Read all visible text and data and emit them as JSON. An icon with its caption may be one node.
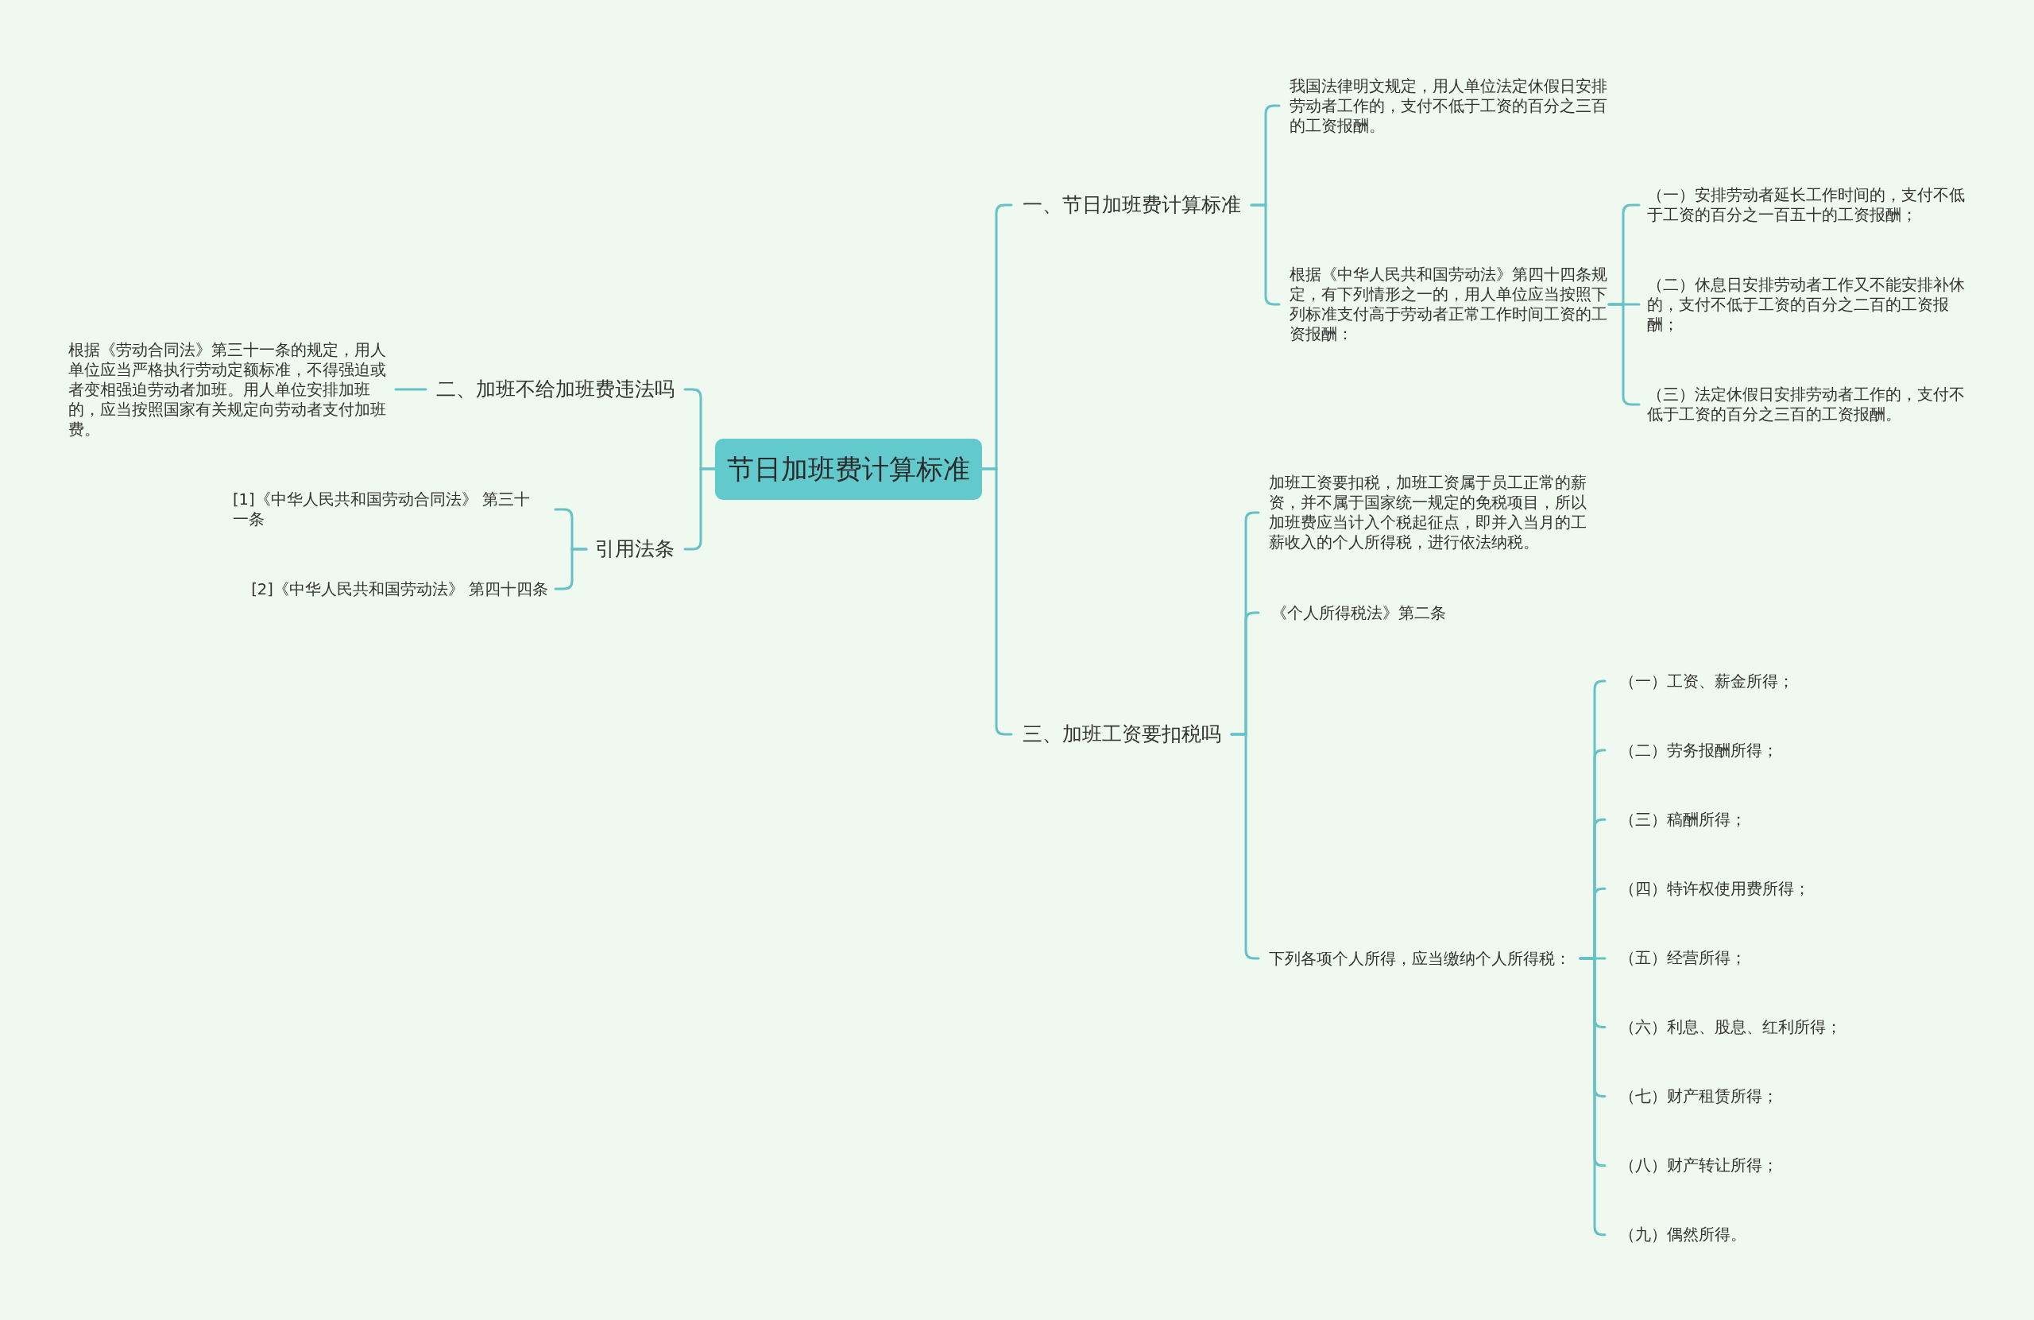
{
  "diagram": {
    "nodes": [
      {
        "text": [
          "节日加班费计算标准"
        ]
      },
      {
        "text": [
          "一、节日加班费计算标准"
        ]
      },
      {
        "text": [
          "我国法律明文规定，用人单位法定休假日安排劳动者工作的，支付不低于工资的百分之三百的工资报酬。"
        ]
      },
      {
        "text": [
          "根据《中华人民共和国劳动法》第四十四条规定，有下列情形之一的，用人单位应当按照下列标准支付高于劳动者正常工作时间工资的工资报酬："
        ]
      },
      {
        "text": [
          "（一）安排劳动者延长工作时间的，支付不低于工资的百分之一百五十的工资报酬；"
        ]
      },
      {
        "text": [
          "（二）休息日安排劳动者工作又不能安排补休的，支付不低于工资的百分之二百的工资报酬；"
        ]
      },
      {
        "text": [
          "（三）法定休假日安排劳动者工作的，支付不低于工资的百分之三百的工资报酬。"
        ]
      },
      {
        "text": [
          "二、加班不给加班费违法吗"
        ]
      },
      {
        "text": [
          "根据《劳动合同法》第三十一条的规定，用人单位应当严格执行劳动定额标准，不得强迫或者变相强迫劳动者加班。用人单位安排加班的，应当按照国家有关规定向劳动者支付加班费。"
        ]
      },
      {
        "text": [
          "引用法条"
        ]
      },
      {
        "text": [
          "[1]《中华人民共和国劳动合同法》 第三十一条"
        ]
      },
      {
        "text": [
          "[2]《中华人民共和国劳动法》 第四十四条"
        ]
      },
      {
        "text": [
          "三、加班工资要扣税吗"
        ]
      },
      {
        "text": [
          "加班工资要扣税，加班工资属于员工正常的薪资，并不属于国家统一规定的免税项目，所以加班费应当计入个税起征点，即并入当月的工薪收入的个人所得税，进行依法纳税。"
        ]
      },
      {
        "text": [
          "《个人所得税法》第二条"
        ]
      },
      {
        "text": [
          "下列各项个人所得，应当缴纳个人所得税："
        ]
      },
      {
        "text": [
          "（一）工资、薪金所得；"
        ]
      },
      {
        "text": [
          "（二）劳务报酬所得；"
        ]
      },
      {
        "text": [
          "（三）稿酬所得；"
        ]
      },
      {
        "text": [
          "（四）特许权使用费所得；"
        ]
      },
      {
        "text": [
          "（五）经营所得；"
        ]
      },
      {
        "text": [
          "（六）利息、股息、红利所得；"
        ]
      },
      {
        "text": [
          "（七）财产租赁所得；"
        ]
      },
      {
        "text": [
          "（八）财产转让所得；"
        ]
      },
      {
        "text": [
          "（九）偶然所得。"
        ]
      }
    ],
    "edges": [
      {
        "from": 0,
        "to": 1,
        "arrow": "none"
      },
      {
        "from": 1,
        "to": 2,
        "arrow": "none"
      },
      {
        "from": 1,
        "to": 3,
        "arrow": "none"
      },
      {
        "from": 3,
        "to": 4,
        "arrow": "none"
      },
      {
        "from": 3,
        "to": 5,
        "arrow": "none"
      },
      {
        "from": 3,
        "to": 6,
        "arrow": "none"
      },
      {
        "from": 0,
        "to": 7,
        "arrow": "none"
      },
      {
        "from": 7,
        "to": 8,
        "arrow": "none"
      },
      {
        "from": 0,
        "to": 9,
        "arrow": "none"
      },
      {
        "from": 9,
        "to": 10,
        "arrow": "none"
      },
      {
        "from": 9,
        "to": 11,
        "arrow": "none"
      },
      {
        "from": 0,
        "to": 12,
        "arrow": "none"
      },
      {
        "from": 12,
        "to": 13,
        "arrow": "none"
      },
      {
        "from": 12,
        "to": 14,
        "arrow": "none"
      },
      {
        "from": 12,
        "to": 15,
        "arrow": "none"
      },
      {
        "from": 15,
        "to": 16,
        "arrow": "none"
      },
      {
        "from": 15,
        "to": 17,
        "arrow": "none"
      },
      {
        "from": 15,
        "to": 18,
        "arrow": "none"
      },
      {
        "from": 15,
        "to": 19,
        "arrow": "none"
      },
      {
        "from": 15,
        "to": 20,
        "arrow": "none"
      },
      {
        "from": 15,
        "to": 21,
        "arrow": "none"
      },
      {
        "from": 15,
        "to": 22,
        "arrow": "none"
      },
      {
        "from": 15,
        "to": 23,
        "arrow": "none"
      },
      {
        "from": 15,
        "to": 24,
        "arrow": "none"
      }
    ]
  }
}
